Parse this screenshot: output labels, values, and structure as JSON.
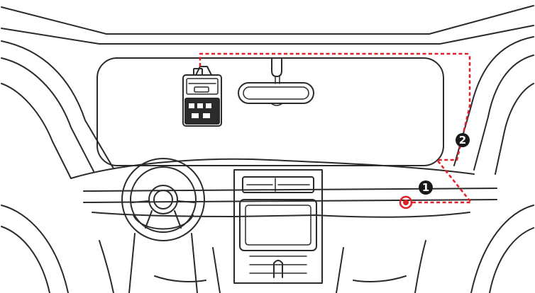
{
  "colors": {
    "line": "#2b2b2b",
    "route": "#e0202a",
    "marker_fill": "#1a1a1a",
    "marker_text": "#ffffff"
  },
  "markers": [
    {
      "label": "1",
      "name": "step-1-marker"
    },
    {
      "label": "2",
      "name": "step-2-marker"
    }
  ],
  "icons": {
    "camera": "dash-cam-icon",
    "power_outlet": "power-outlet-icon",
    "mirror": "rearview-mirror-icon",
    "steering_wheel": "steering-wheel-icon"
  }
}
